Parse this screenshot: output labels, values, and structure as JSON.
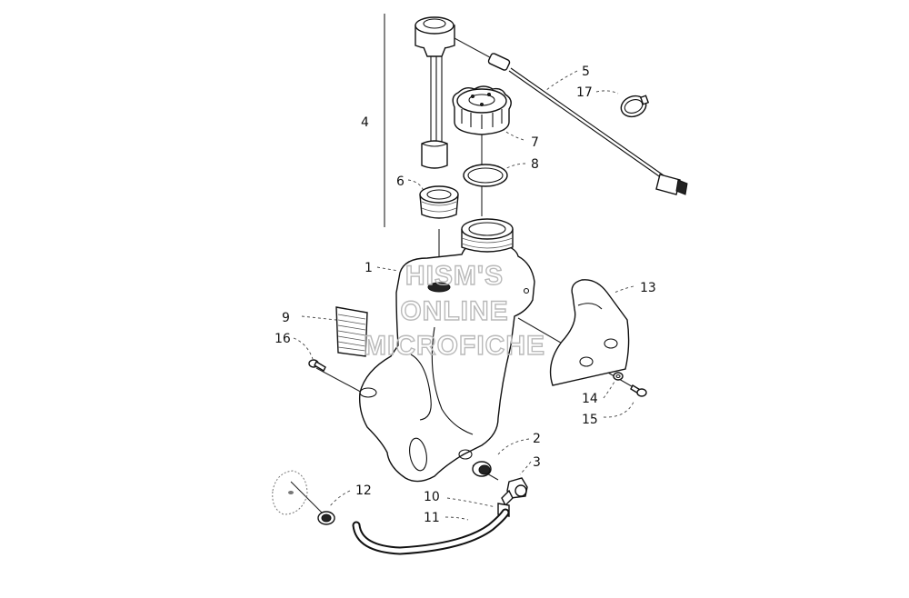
{
  "diagram": {
    "watermark": [
      "HISM'S",
      "ONLINE",
      "MICROFICHE"
    ],
    "callouts": {
      "c1": "1",
      "c2": "2",
      "c3": "3",
      "c4": "4",
      "c5": "5",
      "c6": "6",
      "c7": "7",
      "c8": "8",
      "c9": "9",
      "c10": "10",
      "c11": "11",
      "c12": "12",
      "c13": "13",
      "c14": "14",
      "c15": "15",
      "c16": "16",
      "c17": "17"
    }
  }
}
